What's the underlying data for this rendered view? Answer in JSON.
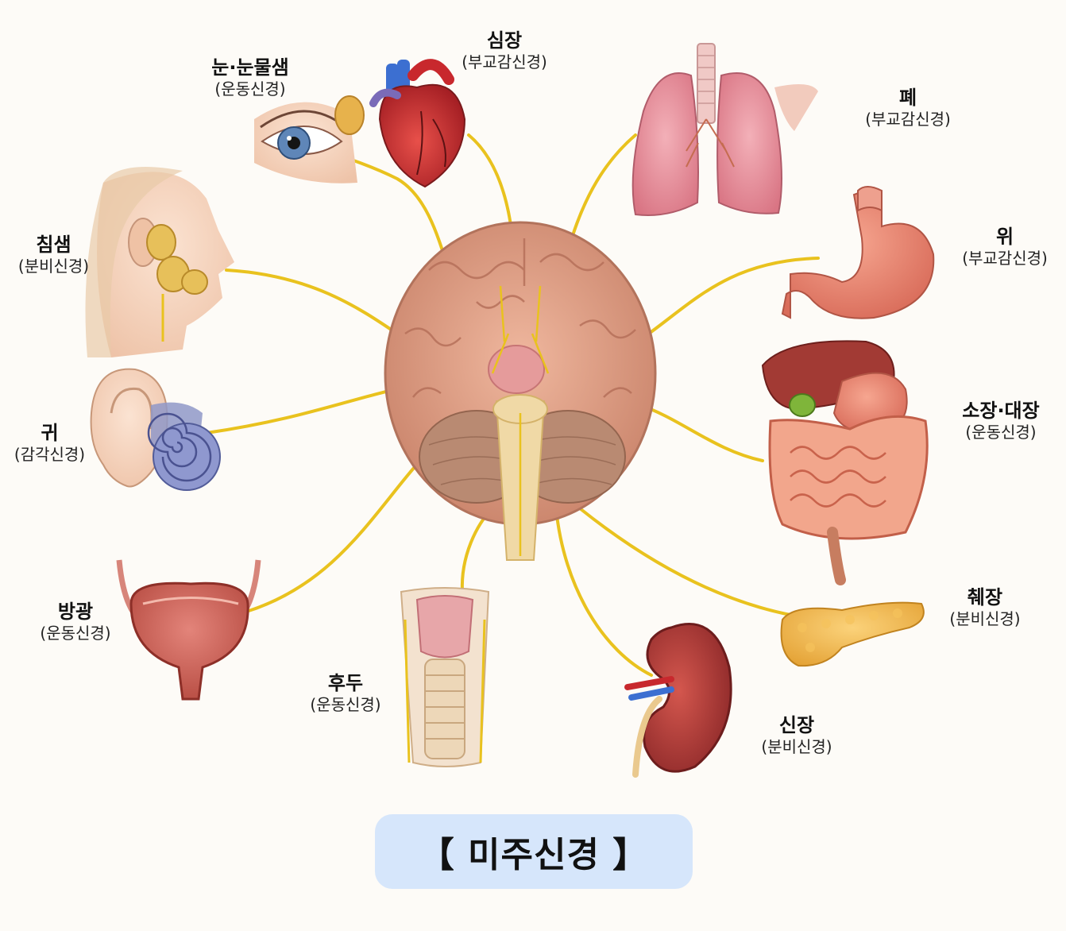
{
  "title": "【 미주신경 】",
  "colors": {
    "nerve": "#e9c21e",
    "title_bg": "#d6e6fb",
    "brain": "#d99a80",
    "cerebellum": "#b98a72"
  },
  "organs": [
    {
      "id": "eye",
      "name": "눈·눈물샘",
      "type": "(운동신경)"
    },
    {
      "id": "heart",
      "name": "심장",
      "type": "(부교감신경)"
    },
    {
      "id": "lung",
      "name": "폐",
      "type": "(부교감신경)"
    },
    {
      "id": "salivary",
      "name": "침샘",
      "type": "(분비신경)"
    },
    {
      "id": "stomach",
      "name": "위",
      "type": "(부교감신경)"
    },
    {
      "id": "ear",
      "name": "귀",
      "type": "(감각신경)"
    },
    {
      "id": "intestine",
      "name": "소장·대장",
      "type": "(운동신경)"
    },
    {
      "id": "bladder",
      "name": "방광",
      "type": "(운동신경)"
    },
    {
      "id": "pancreas",
      "name": "췌장",
      "type": "(분비신경)"
    },
    {
      "id": "larynx",
      "name": "후두",
      "type": "(운동신경)"
    },
    {
      "id": "kidney",
      "name": "신장",
      "type": "(분비신경)"
    }
  ]
}
